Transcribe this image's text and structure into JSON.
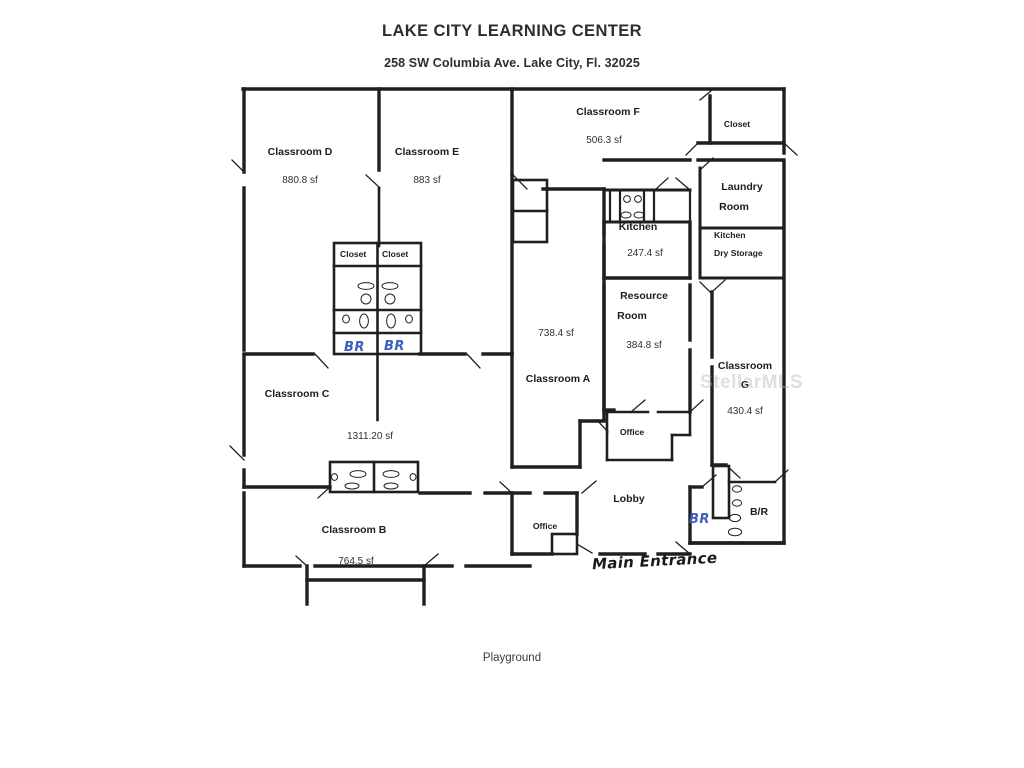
{
  "document": {
    "title": "LAKE CITY LEARNING CENTER",
    "subtitle": "258 SW Columbia Ave. Lake City, Fl. 32025",
    "watermark": "StellarMLS",
    "exterior_label": "Playground"
  },
  "colors": {
    "background": "#ffffff",
    "wall": "#1f1f1f",
    "text": "#1d1d1d",
    "handwriting_blue": "#3b5fbf",
    "handwriting_black": "#1a1a1a",
    "watermark": "#afb2b6"
  },
  "rooms": [
    {
      "id": "classroom-d",
      "name": "Classroom D",
      "area": "880.8 sf"
    },
    {
      "id": "classroom-e",
      "name": "Classroom E",
      "area": "883 sf"
    },
    {
      "id": "classroom-f",
      "name": "Classroom F",
      "area": "506.3 sf"
    },
    {
      "id": "classroom-c",
      "name": "Classroom C",
      "area": "1311.20 sf"
    },
    {
      "id": "classroom-b",
      "name": "Classroom B",
      "area": "764.5 sf"
    },
    {
      "id": "classroom-a",
      "name": "Classroom A",
      "area": "738.4 sf"
    },
    {
      "id": "classroom-g",
      "name": "Classroom",
      "name2": "G",
      "area": "430.4 sf"
    },
    {
      "id": "kitchen",
      "name": "Kitchen",
      "area": "247.4 sf"
    },
    {
      "id": "resource-room",
      "name": "Resource",
      "name2": "Room",
      "area": "384.8 sf"
    },
    {
      "id": "laundry-room",
      "name": "Laundry",
      "name2": "Room",
      "area": ""
    },
    {
      "id": "kitchen-dry-storage",
      "name": "Kitchen",
      "name2": "Dry Storage",
      "area": ""
    },
    {
      "id": "closet-f",
      "name": "Closet",
      "area": ""
    },
    {
      "id": "closet-left",
      "name": "Closet",
      "area": ""
    },
    {
      "id": "closet-right",
      "name": "Closet",
      "area": ""
    },
    {
      "id": "office-center",
      "name": "Office",
      "area": ""
    },
    {
      "id": "office-lower",
      "name": "Office",
      "area": ""
    },
    {
      "id": "lobby",
      "name": "Lobby",
      "area": ""
    },
    {
      "id": "bathroom-right",
      "name": "B/R",
      "area": ""
    }
  ],
  "annotations": [
    {
      "id": "br-left",
      "text": "BR",
      "style": "blue-handwriting"
    },
    {
      "id": "br-right",
      "text": "BR",
      "style": "blue-handwriting"
    },
    {
      "id": "br-lobby",
      "text": "BR",
      "style": "blue-handwriting"
    },
    {
      "id": "main-entrance",
      "text": "Main Entrance",
      "style": "black-handwriting"
    }
  ]
}
